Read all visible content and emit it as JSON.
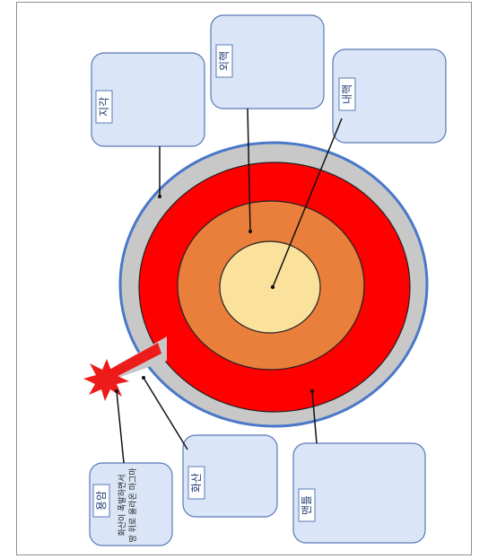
{
  "labels": {
    "crust": "지각",
    "outer_core": "외핵",
    "inner_core": "내핵",
    "mantle": "맨틀",
    "volcano": "화산",
    "lava": "용암"
  },
  "lava_description": {
    "line1": "화산이 폭발하면서",
    "line2": "땅 위로 올라온 마그마"
  },
  "colors": {
    "box_fill": "#dae6f7",
    "box_stroke": "#5b79b6",
    "crust": "#c8c8c8",
    "crust_edge": "#4a78c8",
    "mantle": "#ff0000",
    "outer_core": "#e97f3b",
    "inner_core": "#fbe29c",
    "eruption": "#ee1b1b"
  }
}
